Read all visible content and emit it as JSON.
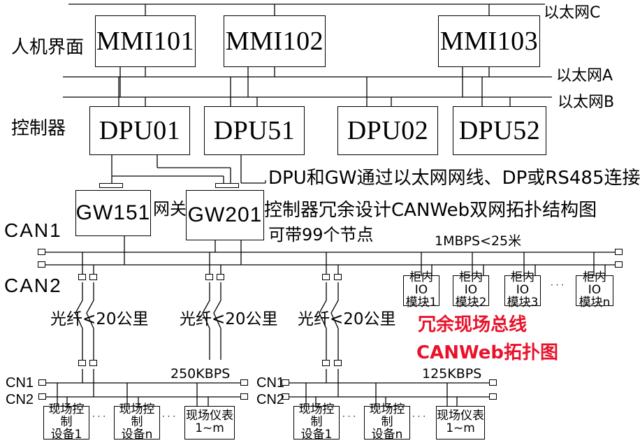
{
  "layers": {
    "hmi": "人机界面",
    "controller": "控制器",
    "gateway": "网关"
  },
  "networks": {
    "eth_c": "以太网C",
    "eth_a": "以太网A",
    "eth_b": "以太网B",
    "can1": "CAN1",
    "can2": "CAN2",
    "can_speed": "1MBPS<25米",
    "cn1": "CN1",
    "cn2": "CN2",
    "field_speed_left": "250KBPS",
    "field_speed_right": "125KBPS",
    "fiber": "光纤<20公里"
  },
  "mmi": [
    "MMI101",
    "MMI102",
    "MMI103"
  ],
  "dpu": [
    "DPU01",
    "DPU51",
    "DPU02",
    "DPU52"
  ],
  "gw": [
    "GW151",
    "GW201"
  ],
  "io_modules": [
    {
      "line1": "柜内IO",
      "line2": "模块1"
    },
    {
      "line1": "柜内IO",
      "line2": "模块2"
    },
    {
      "line1": "柜内IO",
      "line2": "模块3"
    },
    {
      "line1": "柜内IO",
      "line2": "模块n"
    }
  ],
  "field_devices": [
    {
      "line1": "现场控制",
      "line2": "设备1"
    },
    {
      "line1": "现场控制",
      "line2": "设备n"
    },
    {
      "line1": "现场仪表",
      "line2": "1~m"
    }
  ],
  "ellipsis": "·  ·  ·",
  "notes": {
    "connection": "DPU和GW通过以太网网线、DP或RS485连接",
    "design": "控制器冗余设计CANWeb双网拓扑结构图",
    "nodes": "可带99个节点"
  },
  "title": {
    "line1": "冗余现场总线",
    "line2": "CANWeb拓扑图",
    "color": "#e8132b"
  }
}
